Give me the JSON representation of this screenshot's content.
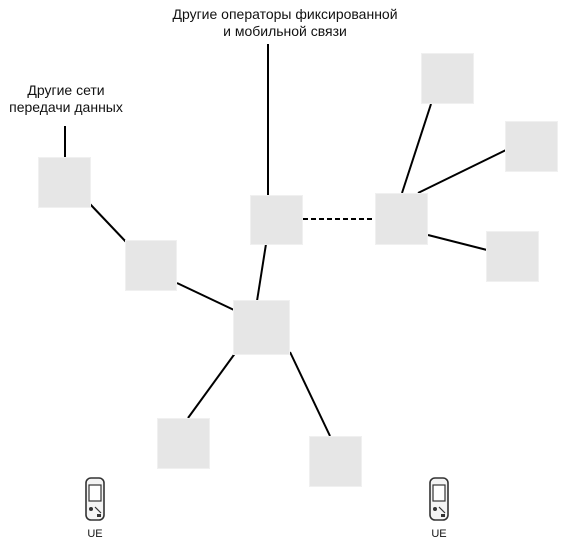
{
  "labels": {
    "operators_line1": "Другие операторы фиксированной",
    "operators_line2": "и мобильной связи",
    "networks_line1": "Другие сети",
    "networks_line2": "передачи данных",
    "ue_left": "UE",
    "ue_right": "UE"
  },
  "nodes": [
    "node-left-upper",
    "node-left-lower",
    "node-center-upper",
    "node-center-hub",
    "node-right-hub",
    "node-right-top",
    "node-right-mid",
    "node-right-low",
    "node-bottom-left",
    "node-bottom-right"
  ],
  "colors": {
    "node_fill": "#e6e6e6",
    "line": "#000000"
  },
  "icons": [
    "mobile-phone-icon"
  ]
}
